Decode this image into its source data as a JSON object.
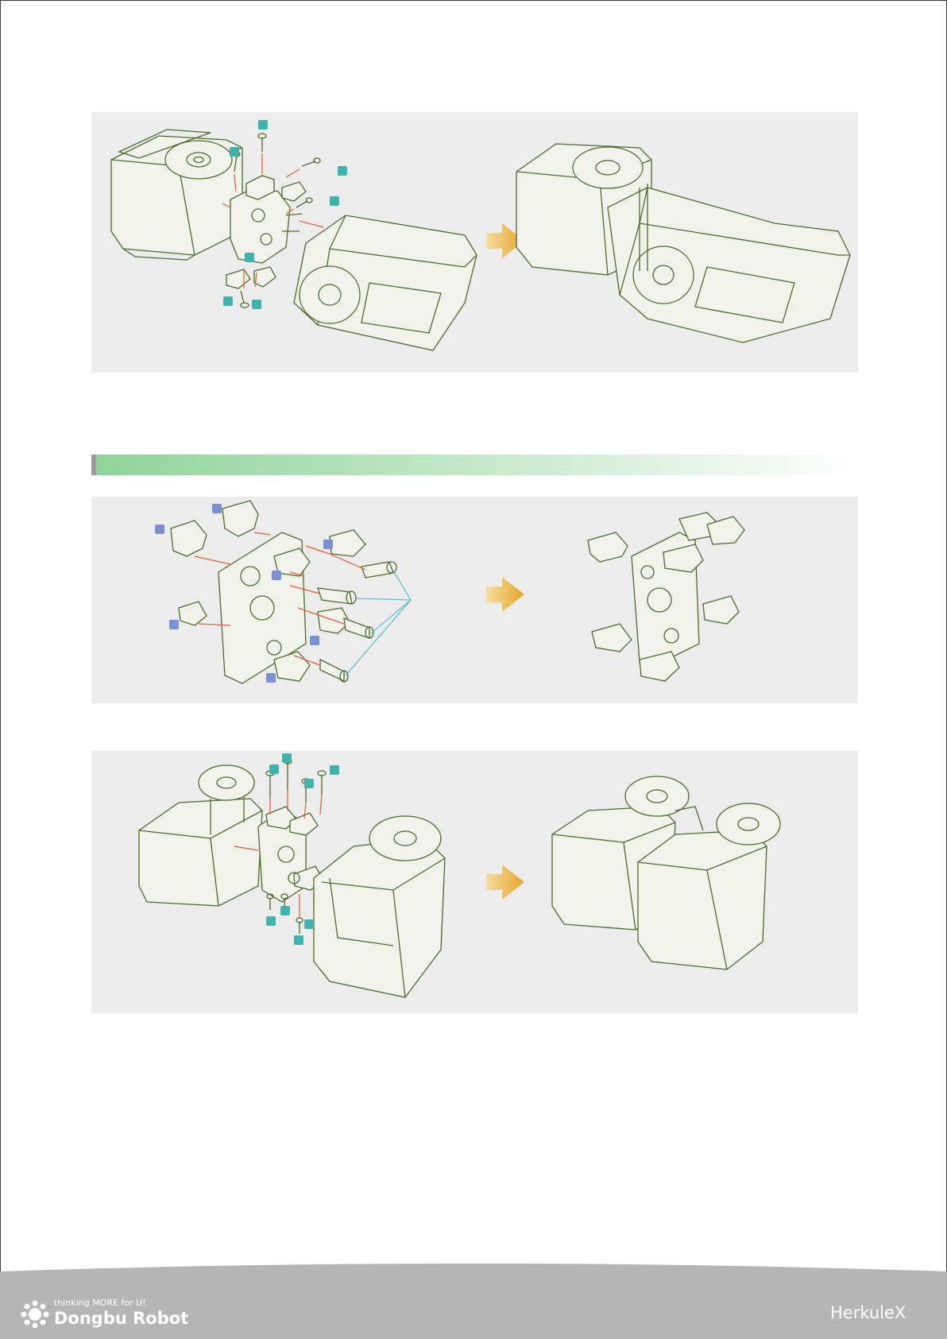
{
  "colors": {
    "panel_bg": "#ececec",
    "line_art": "#4d6b2a",
    "callout_teal": "#40b3ad",
    "callout_blue": "#7b8fd3",
    "assembly_arrow": "#e3a62a",
    "guide_arrow": "#e55b2d",
    "section_bar": "#8fd39b",
    "footer": "#b5b5b5"
  },
  "footer": {
    "tagline": "thinking MORE for U!",
    "company": "Dongbu Robot",
    "product": "HerkuleX",
    "logo_icon": "sun-flower-logo"
  },
  "panels": [
    {
      "name": "servo-to-servo-horizontal",
      "icons": [
        "servo-motor-exploded",
        "assembly-arrow",
        "servo-motor-assembled"
      ]
    },
    {
      "name": "bracket-frame-assembly",
      "icons": [
        "bracket-exploded",
        "assembly-arrow",
        "bracket-assembled"
      ]
    },
    {
      "name": "servo-to-servo-parallel",
      "icons": [
        "servo-motor-exploded",
        "assembly-arrow",
        "servo-motor-assembled"
      ]
    }
  ]
}
